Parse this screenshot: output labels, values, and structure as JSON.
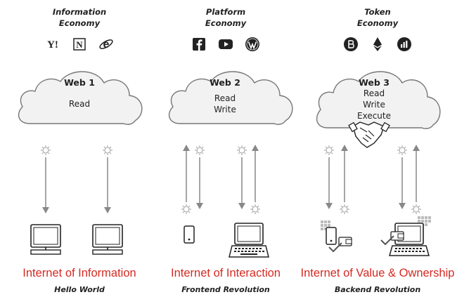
{
  "columns": [
    {
      "economy": [
        "Information",
        "Economy"
      ],
      "icons": [
        "yahoo-logo-icon",
        "newsnet-logo-icon",
        "internet-explorer-icon"
      ],
      "cloud_title": "Web 1",
      "cloud_lines": [
        "Read"
      ],
      "revolution": "Internet of Information",
      "tagline": "Hello World"
    },
    {
      "economy": [
        "Platform",
        "Economy"
      ],
      "icons": [
        "facebook-icon",
        "youtube-icon",
        "wordpress-icon"
      ],
      "cloud_title": "Web 2",
      "cloud_lines": [
        "Read",
        "Write"
      ],
      "revolution": "Internet of Interaction",
      "tagline": "Frontend Revolution"
    },
    {
      "economy": [
        "Token",
        "Economy"
      ],
      "icons": [
        "bitcoin-icon",
        "ethereum-icon",
        "chart-coin-icon"
      ],
      "cloud_title": "Web 3",
      "cloud_lines": [
        "Read",
        "Write",
        "Execute"
      ],
      "revolution": "Internet of Value & Ownership",
      "tagline": "Backend Revolution"
    }
  ],
  "colors": {
    "accent_red": "#d42a22",
    "line_gray": "#888888",
    "cloud_fill": "#f2f2f2",
    "cloud_stroke": "#777777"
  },
  "icon_glyphs": {
    "yahoo": "Y!",
    "newsnet": "N",
    "ie": "e"
  }
}
